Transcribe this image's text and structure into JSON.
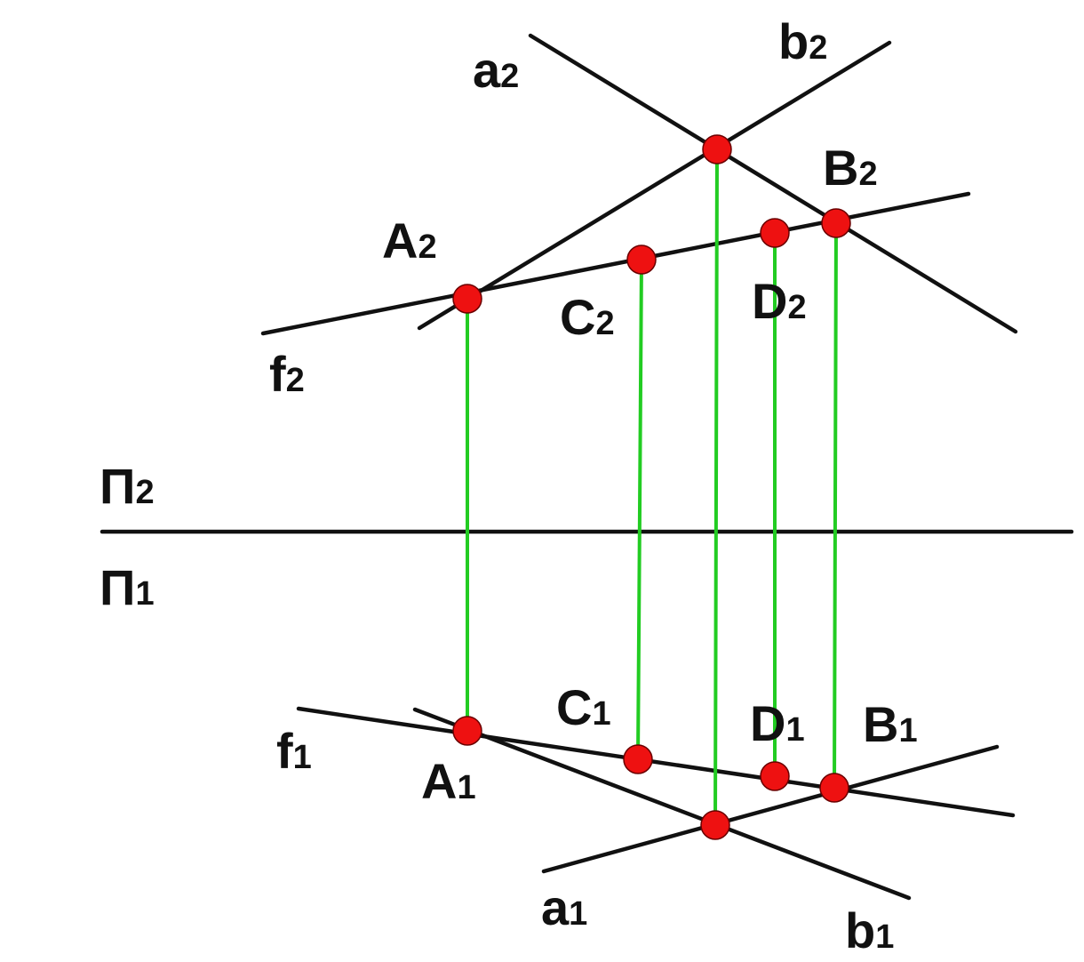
{
  "colors": {
    "line": "#111111",
    "link": "#22cc22",
    "point": "#ee1111",
    "background": "#ffffff"
  },
  "plane_labels": [
    {
      "id": "pi2",
      "main": "Π",
      "sub": "2"
    },
    {
      "id": "pi1",
      "main": "Π",
      "sub": "1"
    }
  ],
  "line_labels": [
    {
      "id": "a2",
      "main": "a",
      "sub": "2"
    },
    {
      "id": "b2",
      "main": "b",
      "sub": "2"
    },
    {
      "id": "f2",
      "main": "f",
      "sub": "2"
    },
    {
      "id": "f1",
      "main": "f",
      "sub": "1"
    },
    {
      "id": "a1",
      "main": "a",
      "sub": "1"
    },
    {
      "id": "b1",
      "main": "b",
      "sub": "1"
    }
  ],
  "point_labels": [
    {
      "id": "A2",
      "main": "A",
      "sub": "2"
    },
    {
      "id": "B2",
      "main": "B",
      "sub": "2"
    },
    {
      "id": "C2",
      "main": "C",
      "sub": "2"
    },
    {
      "id": "D2",
      "main": "D",
      "sub": "2"
    },
    {
      "id": "A1",
      "main": "A",
      "sub": "1"
    },
    {
      "id": "B1",
      "main": "B",
      "sub": "1"
    },
    {
      "id": "C1",
      "main": "C",
      "sub": "1"
    },
    {
      "id": "D1",
      "main": "D",
      "sub": "1"
    }
  ]
}
